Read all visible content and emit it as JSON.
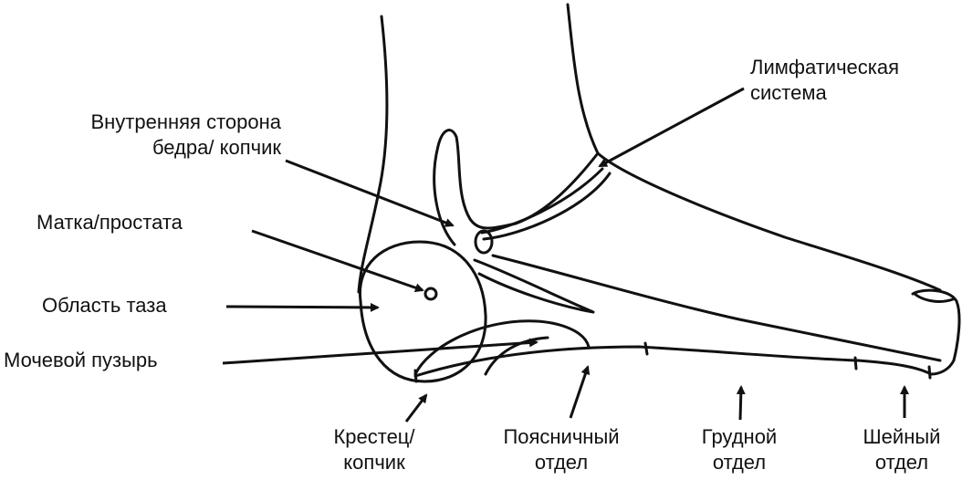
{
  "labels": {
    "lymph_line1": "Лимфатическая",
    "lymph_line2": "система",
    "inner_thigh_line1": "Внутренняя сторона",
    "inner_thigh_line2": "бедра/ копчик",
    "uterus": "Матка/простата",
    "pelvis": "Область таза",
    "bladder": "Мочевой пузырь",
    "sacrum_line1": "Крестец/",
    "sacrum_line2": "копчик",
    "lumbar_line1": "Поясничный",
    "lumbar_line2": "отдел",
    "thoracic_line1": "Грудной",
    "thoracic_line2": "отдел",
    "cervical_line1": "Шейный",
    "cervical_line2": "отдел"
  },
  "colors": {
    "ink": "#111111",
    "background": "#ffffff"
  }
}
